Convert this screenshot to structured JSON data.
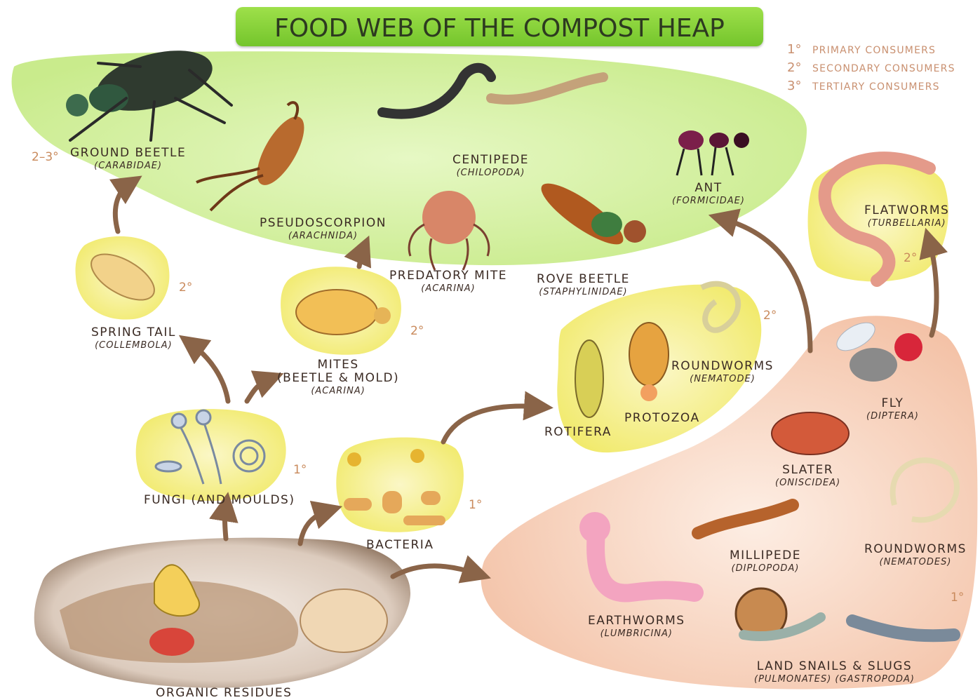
{
  "title": "FOOD WEB OF THE COMPOST HEAP",
  "legend": [
    {
      "symbol": "1°",
      "text": "PRIMARY CONSUMERS"
    },
    {
      "symbol": "2°",
      "text": "SECONDARY CONSUMERS"
    },
    {
      "symbol": "3°",
      "text": "TERTIARY CONSUMERS"
    }
  ],
  "nodes": {
    "ground_beetle": {
      "name": "GROUND BEETLE",
      "latin": "(CARABIDAE)",
      "level": "2–3°"
    },
    "pseudoscorpion": {
      "name": "PSEUDOSCORPION",
      "latin": "(ARACHNIDA)"
    },
    "centipede": {
      "name": "CENTIPEDE",
      "latin": "(CHILOPODA)"
    },
    "ant": {
      "name": "ANT",
      "latin": "(FORMICIDAE)"
    },
    "predatory_mite": {
      "name": "PREDATORY MITE",
      "latin": "(ACARINA)"
    },
    "rove_beetle": {
      "name": "ROVE BEETLE",
      "latin": "(STAPHYLINIDAE)"
    },
    "flatworms": {
      "name": "FLATWORMS",
      "latin": "(TURBELLARIA)",
      "level": "2°"
    },
    "spring_tail": {
      "name": "SPRING TAIL",
      "latin": "(COLLEMBOLA)",
      "level": "2°"
    },
    "mites": {
      "name": "MITES",
      "name2": "(BEETLE & MOLD)",
      "latin": "(ACARINA)",
      "level": "2°"
    },
    "roundworms_nematode": {
      "name": "ROUNDWORMS",
      "latin": "(NEMATODE)",
      "level": "2°"
    },
    "rotifera": {
      "name": "ROTIFERA"
    },
    "protozoa": {
      "name": "PROTOZOA"
    },
    "fungi": {
      "name": "FUNGI (AND MOULDS)",
      "level": "1°"
    },
    "bacteria": {
      "name": "BACTERIA",
      "level": "1°"
    },
    "fly": {
      "name": "FLY",
      "latin": "(DIPTERA)"
    },
    "slater": {
      "name": "SLATER",
      "latin": "(ONISCIDEA)"
    },
    "millipede": {
      "name": "MILLIPEDE",
      "latin": "(DIPLOPODA)"
    },
    "roundworms_nematodes": {
      "name": "ROUNDWORMS",
      "latin": "(NEMATODES)"
    },
    "earthworms": {
      "name": "EARTHWORMS",
      "latin": "(LUMBRICINA)"
    },
    "snails_slugs": {
      "name": "LAND SNAILS & SLUGS",
      "latin1": "(PULMONATES)",
      "latin2": "(GASTROPODA)",
      "level": "1°"
    },
    "organic_residues": {
      "name": "ORGANIC RESIDUES"
    }
  },
  "colors": {
    "green_zone": "#d7f0a6",
    "yellow_zone": "#f7f08c",
    "peach_zone": "#f7cdb7",
    "residue_zone": "#a48a78",
    "arrow": "#8a6448",
    "title_bg": "#86d23a"
  }
}
